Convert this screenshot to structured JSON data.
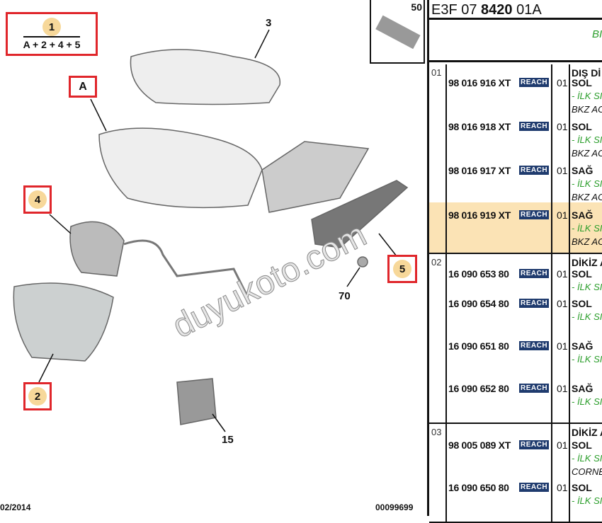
{
  "diagram": {
    "callout_1": {
      "num": "1",
      "formula": "A + 2 + 4 + 5"
    },
    "callout_A": "A",
    "callout_4": "4",
    "callout_2": "2",
    "callout_5": "5",
    "labels": {
      "n3": "3",
      "n70": "70",
      "n15": "15"
    },
    "thumbnail_num": "50",
    "watermark": "duyukoto.com",
    "footer_date": "02/2014",
    "footer_code": "00099699"
  },
  "table": {
    "title_prefix": "E3F 07 ",
    "title_bold": "8420",
    "title_suffix": " 01A",
    "subtitle": "BI",
    "groups": [
      {
        "ref": "01",
        "title": "DIŞ Dİ",
        "rows": [
          {
            "pn": "98 016 916 XT",
            "badge": "REACH",
            "qty": "01",
            "desc": "SOL",
            "note": "- İLK SI",
            "note2": "BKZ AC"
          },
          {
            "pn": "98 016 918 XT",
            "badge": "REACH",
            "qty": "01",
            "desc": "SOL",
            "note": "- İLK SI",
            "note2": "BKZ AC"
          },
          {
            "pn": "98 016 917 XT",
            "badge": "REACH",
            "qty": "01",
            "desc": "SAĞ",
            "note": "- İLK SI",
            "note2": "BKZ AC"
          },
          {
            "pn": "98 016 919 XT",
            "badge": "REACH",
            "qty": "01",
            "desc": "SAĞ",
            "note": "- İLK SI",
            "note2": "BKZ AC"
          }
        ]
      },
      {
        "ref": "02",
        "title": "DİKİZ A",
        "rows": [
          {
            "pn": "16 090 653 80",
            "badge": "REACH",
            "qty": "01",
            "desc": "SOL",
            "note": "- İLK SI"
          },
          {
            "pn": "16 090 654 80",
            "badge": "REACH",
            "qty": "01",
            "desc": "SOL",
            "note": "- İLK SI"
          },
          {
            "pn": "16 090 651 80",
            "badge": "REACH",
            "qty": "01",
            "desc": "SAĞ",
            "note": "- İLK SI"
          },
          {
            "pn": "16 090 652 80",
            "badge": "REACH",
            "qty": "01",
            "desc": "SAĞ",
            "note": "- İLK SI"
          }
        ]
      },
      {
        "ref": "03",
        "title": "DİKİZ A",
        "rows": [
          {
            "pn": "98 005 089 XT",
            "badge": "REACH",
            "qty": "01",
            "desc": "SOL",
            "note": "- İLK SI",
            "note2": "CORNE"
          },
          {
            "pn": "16 090 650 80",
            "badge": "REACH",
            "qty": "01",
            "desc": "SOL",
            "note": "- İLK SI"
          }
        ]
      }
    ],
    "highlight_color": "#fbe3b5"
  }
}
